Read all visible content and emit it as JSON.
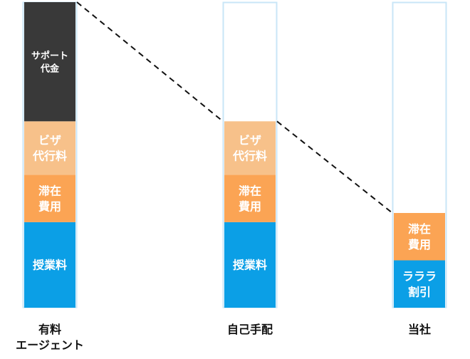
{
  "chart_data": {
    "type": "bar",
    "stacked": true,
    "categories": [
      "有料\nエージェント",
      "自己手配",
      "当社"
    ],
    "y_scale_max": 100,
    "colors": {
      "outline": "#c9e6f7",
      "connector": "#111111",
      "segment_label": "#ffffff",
      "category_label": "#111111"
    },
    "bars": [
      {
        "category": "有料\nエージェント",
        "segments": [
          {
            "label": "授業料",
            "value": 28,
            "color": "#0b9fe6"
          },
          {
            "label": "滞在\n費用",
            "value": 15.5,
            "color": "#fba454"
          },
          {
            "label": "ビザ\n代行料",
            "value": 17.5,
            "color": "#f7c18a"
          },
          {
            "label": "サポート\n代金",
            "value": 39,
            "color": "#393939"
          }
        ]
      },
      {
        "category": "自己手配",
        "segments": [
          {
            "label": "授業料",
            "value": 28,
            "color": "#0b9fe6"
          },
          {
            "label": "滞在\n費用",
            "value": 15.5,
            "color": "#fba454"
          },
          {
            "label": "ビザ\n代行料",
            "value": 17.5,
            "color": "#f7c18a"
          }
        ]
      },
      {
        "category": "当社",
        "segments": [
          {
            "label": "ラララ\n割引",
            "value": 15.5,
            "color": "#0b9fe6"
          },
          {
            "label": "滞在\n費用",
            "value": 15.5,
            "color": "#fba454"
          }
        ]
      }
    ],
    "connectors": "dashed lines linking the tops of adjacent stacks"
  }
}
